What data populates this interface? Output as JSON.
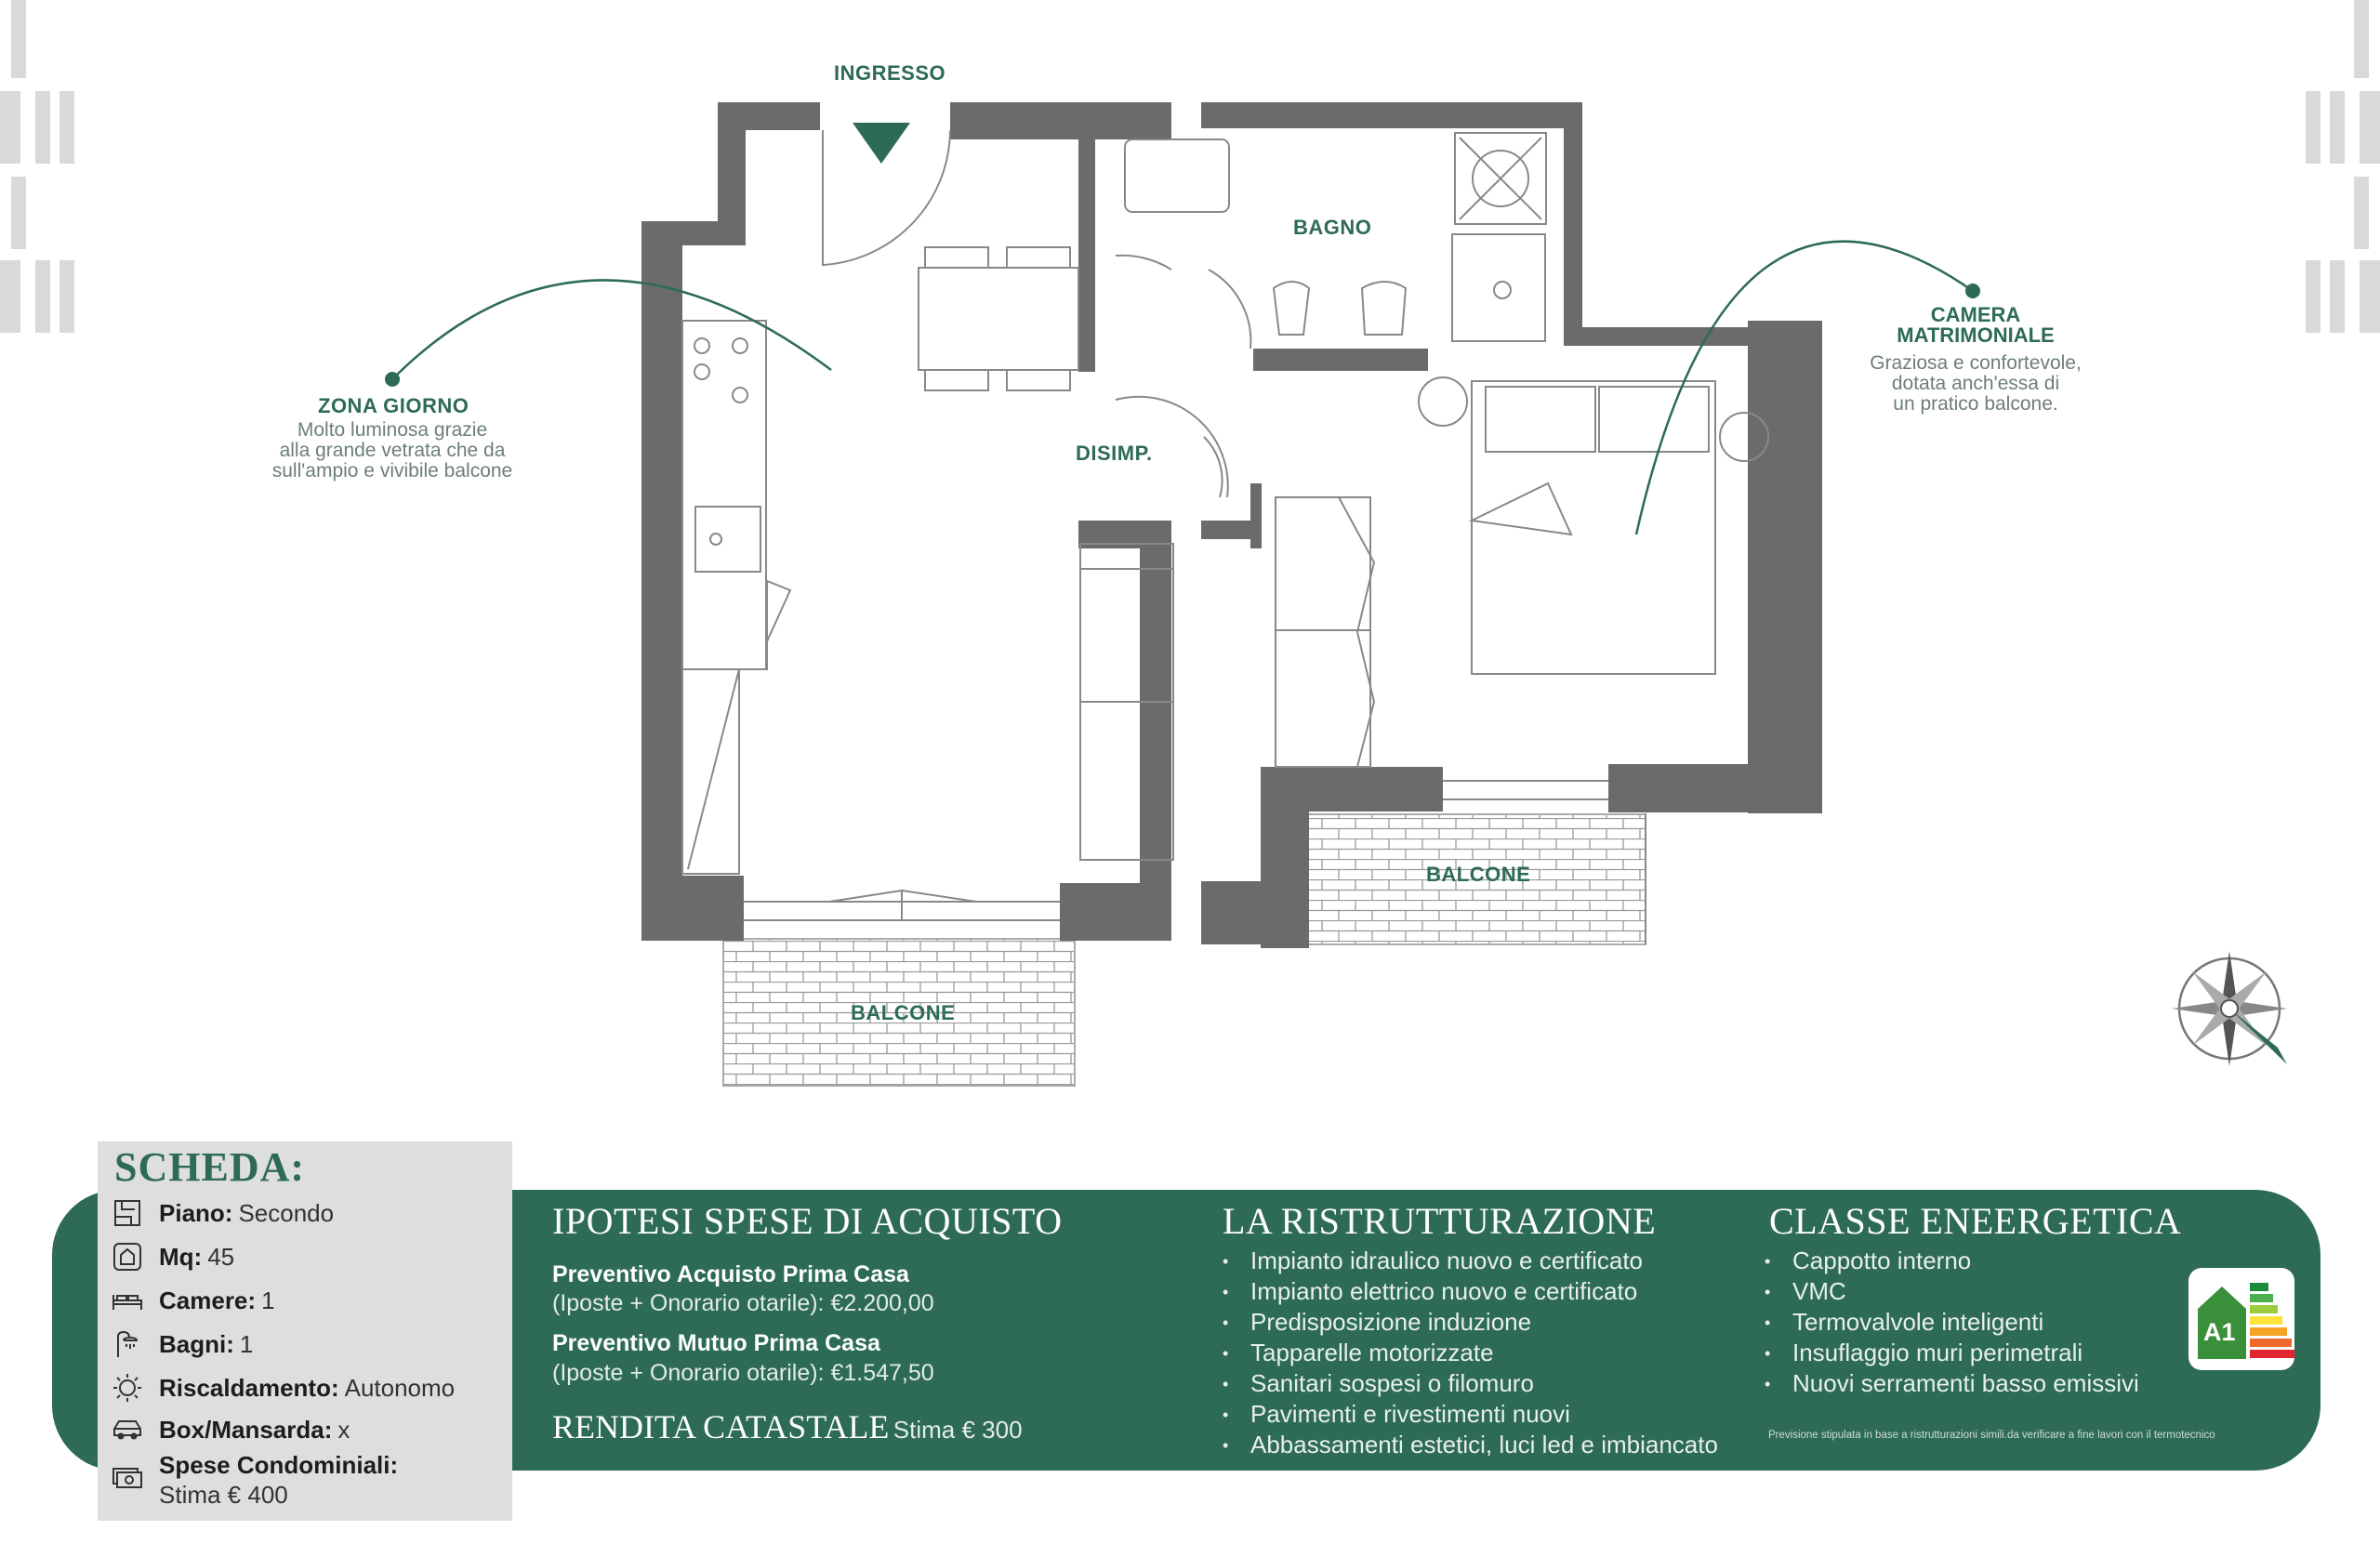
{
  "plan": {
    "labels": {
      "ingresso": "INGRESSO",
      "bagno": "BAGNO",
      "disimp": "DISIMP.",
      "balcone_left": "BALCONE",
      "balcone_right": "BALCONE"
    },
    "zona_giorno": {
      "title": "ZONA GIORNO",
      "lines": [
        "Molto luminosa grazie",
        "alla grande vetrata che da",
        "sull'ampio e vivibile balcone"
      ]
    },
    "camera": {
      "title_lines": [
        "CAMERA",
        "MATRIMONIALE"
      ],
      "lines": [
        "Graziosa e confortevole,",
        "dotata anch'essa di",
        "un pratico balcone."
      ]
    },
    "compass": "compass-rose"
  },
  "colors": {
    "brand_green": "#2d6b56",
    "wall_gray": "#6b6b6b",
    "panel_gray": "#dedede"
  },
  "scheda": {
    "title": "SCHEDA:",
    "rows": [
      {
        "icon": "floor-icon",
        "label": "Piano:",
        "value": "Secondo"
      },
      {
        "icon": "area-icon",
        "label": "Mq:",
        "value": "45"
      },
      {
        "icon": "bed-icon",
        "label": "Camere:",
        "value": "1"
      },
      {
        "icon": "shower-icon",
        "label": "Bagni:",
        "value": "1"
      },
      {
        "icon": "sun-icon",
        "label": "Riscaldamento:",
        "value": "Autonomo"
      },
      {
        "icon": "car-icon",
        "label": "Box/Mansarda:",
        "value": "x"
      },
      {
        "icon": "money-icon",
        "label": "Spese Condominiali:",
        "value": "Stima € 400"
      }
    ]
  },
  "spese": {
    "title": "IPOTESI SPESE DI ACQUISTO",
    "preventivo_acquisto": {
      "title": "Preventivo Acquisto Prima Casa",
      "detail": "(Iposte + Onorario otarile): €2.200,00"
    },
    "preventivo_mutuo": {
      "title": "Preventivo Mutuo Prima Casa",
      "detail": "(Iposte + Onorario otarile): €1.547,50"
    },
    "rendita_title": "RENDITA CATASTALE",
    "rendita_value": "Stima € 300"
  },
  "ristrutturazione": {
    "title": "LA RISTRUTTURAZIONE",
    "items": [
      "Impianto idraulico nuovo e certificato",
      "Impianto elettrico nuovo e certificato",
      "Predisposizione induzione",
      "Tapparelle motorizzate",
      "Sanitari sospesi o filomuro",
      "Pavimenti e rivestimenti nuovi",
      "Abbassamenti estetici, luci led e imbiancato"
    ]
  },
  "classe": {
    "title": "CLASSE ENEERGETICA",
    "items": [
      "Cappotto interno",
      "VMC",
      "Termovalvole inteligenti",
      "Insuflaggio muri perimetrali",
      "Nuovi serramenti basso emissivi"
    ],
    "badge": "A1",
    "note": "Previsione stipulata in base a ristrutturazioni simili.da verificare a fine lavori con il termotecnico"
  }
}
